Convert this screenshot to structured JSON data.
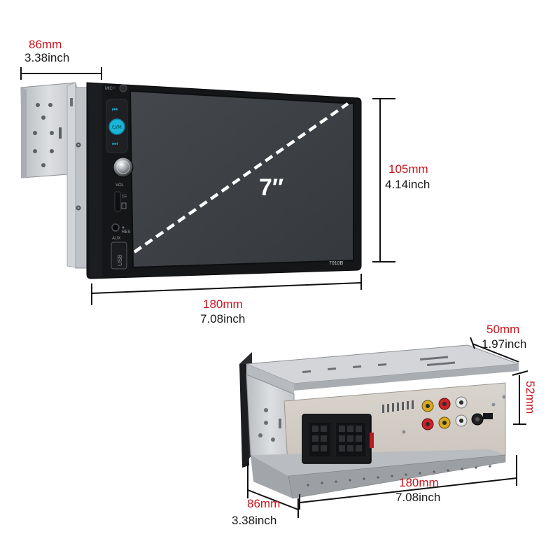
{
  "front_view": {
    "screen_diagonal": "7″",
    "model_number": "7010B",
    "control_labels": {
      "mic": "MIC",
      "vol": "VOL",
      "tf": "TF",
      "aux": "AUX",
      "rst": "RES",
      "usb": "USB"
    },
    "depth_dimension": {
      "mm": "86mm",
      "inch": "3.38inch"
    },
    "height_dimension": {
      "mm": "105mm",
      "inch": "4.14inch"
    },
    "width_dimension": {
      "mm": "180mm",
      "inch": "7.08inch"
    }
  },
  "rear_view": {
    "top_depth_dimension": {
      "mm": "50mm",
      "inch": "1.97inch"
    },
    "height_dimension": {
      "mm": "52mm"
    },
    "width_dimension": {
      "mm": "180mm",
      "inch": "7.08inch"
    },
    "depth_dimension": {
      "mm": "86mm",
      "inch": "3.38inch"
    }
  },
  "colors": {
    "dimension_mm_text": "#c8141c",
    "dimension_inch_text": "#1a1a1a",
    "screen_face": "#3d4044",
    "bezel": "#141517",
    "accent_button": "#19b6d8",
    "metal_chassis": "#c9ccd0"
  }
}
